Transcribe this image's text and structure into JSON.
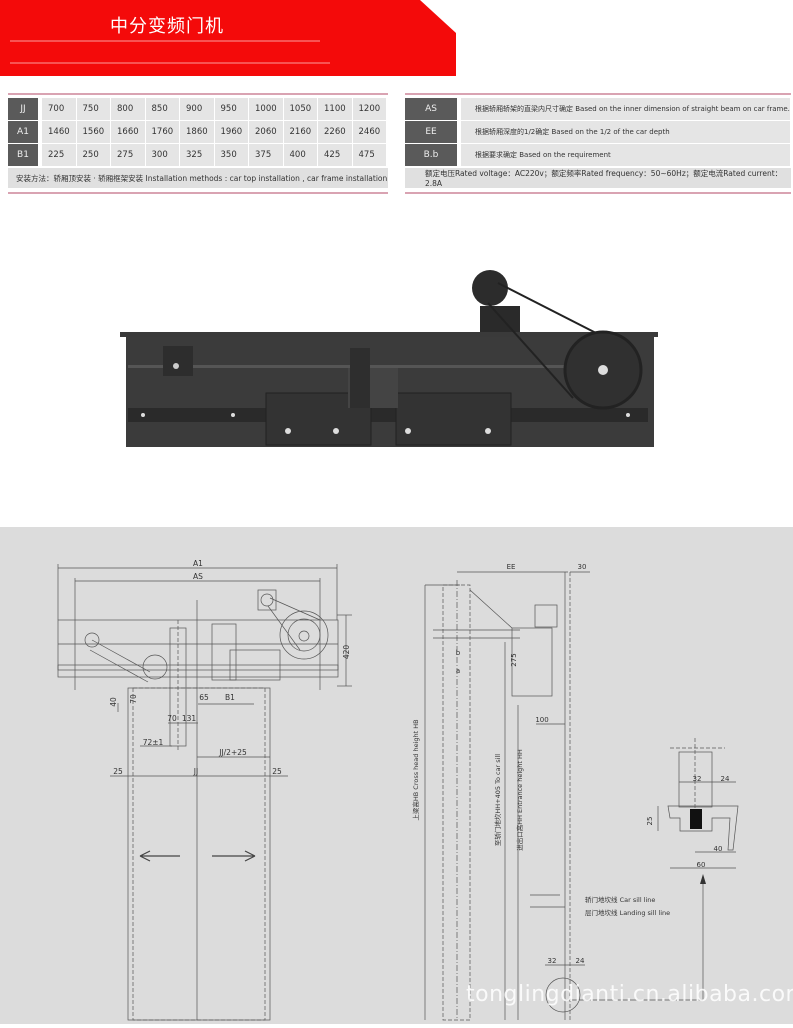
{
  "header": {
    "title": "中分变频门机"
  },
  "spec_table": {
    "rows": [
      {
        "label": "JJ",
        "values": [
          "700",
          "750",
          "800",
          "850",
          "900",
          "950",
          "1000",
          "1050",
          "1100",
          "1200"
        ]
      },
      {
        "label": "A1",
        "values": [
          "1460",
          "1560",
          "1660",
          "1760",
          "1860",
          "1960",
          "2060",
          "2160",
          "2260",
          "2460"
        ]
      },
      {
        "label": "B1",
        "values": [
          "225",
          "250",
          "275",
          "300",
          "325",
          "350",
          "375",
          "400",
          "425",
          "475"
        ]
      }
    ],
    "note": "安装方法：轿厢顶安装 · 轿厢框架安装 Installation methods : car top installation , car frame installation"
  },
  "definition_table": {
    "rows": [
      {
        "label": "AS",
        "text": "根据轿厢轿架的直梁内尺寸确定 Based on the inner dimension of straight beam on car frame."
      },
      {
        "label": "EE",
        "text": "根据轿厢深度的1/2确定 Based on the 1/2 of the car depth"
      },
      {
        "label": "B.b",
        "text": "根据要求确定 Based on the requirement"
      }
    ],
    "note": "额定电压Rated voltage：AC220v；额定频率Rated frequency：50~60Hz；额定电流Rated current：2.8A"
  },
  "drawing_front": {
    "a1": "A1",
    "as": "AS",
    "h420": "420",
    "d40": "40",
    "d70a": "70",
    "d65": "65",
    "b1": "B1",
    "d70b": "70",
    "d131": "131",
    "d72": "72±1",
    "jj2": "JJ/2+25",
    "d25l": "25",
    "jj": "JJ",
    "d25r": "25"
  },
  "drawing_side": {
    "ee": "EE",
    "d30": "30",
    "b": "b",
    "a": "a",
    "d275": "275",
    "d100": "100",
    "hb": "上梁高HB Cross head height HB",
    "car_sill_dist": "至轿门地坎HH+405 To car sill",
    "hh": "进出口高HH Entrance height HH",
    "car_sill_line": "轿门地坎线 Car sill line",
    "landing_sill_line": "层门地坎线 Landing sill line",
    "d32": "32",
    "d24": "24"
  },
  "drawing_sill": {
    "d32": "32",
    "d24": "24",
    "d25": "25",
    "d40": "40",
    "d60": "60"
  },
  "watermark": "tonglingdianti.cn.alibaba.com"
}
